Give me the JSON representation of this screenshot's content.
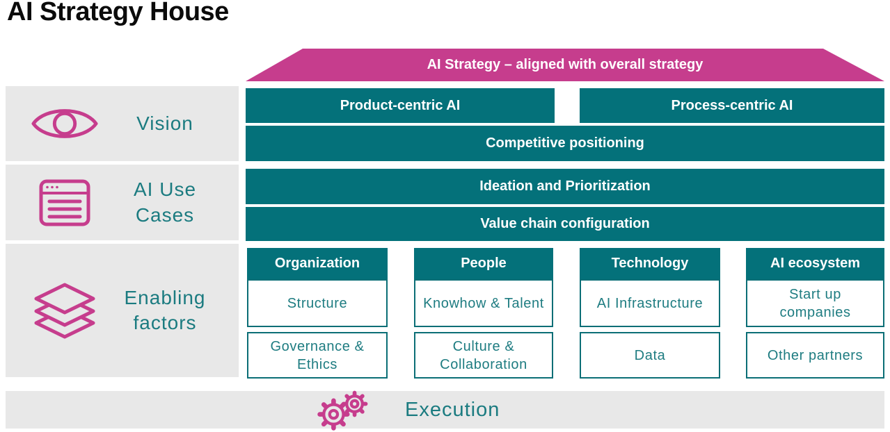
{
  "page": {
    "title": "AI Strategy House"
  },
  "colors": {
    "pink": "#c63d8d",
    "teal": "#04717a",
    "teal_text": "#1b7b80",
    "gray": "#e8e8e8"
  },
  "roof": {
    "label": "AI Strategy – aligned with overall strategy"
  },
  "sidebar": {
    "items": [
      {
        "label": "Vision",
        "icon": "eye-icon"
      },
      {
        "label": "AI Use Cases",
        "icon": "browser-window-icon"
      },
      {
        "label": "Enabling factors",
        "icon": "layers-icon"
      }
    ]
  },
  "strategy_rows": {
    "row1": [
      "Product-centric AI",
      "Process-centric AI"
    ],
    "row2": "Competitive positioning",
    "row3": "Ideation and Prioritization",
    "row4": "Value chain configuration"
  },
  "enabling_columns": [
    {
      "header": "Organization",
      "cells": [
        "Structure",
        "Governance & Ethics"
      ]
    },
    {
      "header": "People",
      "cells": [
        "Knowhow & Talent",
        "Culture & Collaboration"
      ]
    },
    {
      "header": "Technology",
      "cells": [
        "AI Infrastructure",
        "Data"
      ]
    },
    {
      "header": "AI ecosystem",
      "cells": [
        "Start up companies",
        "Other partners"
      ]
    }
  ],
  "footer": {
    "label": "Execution",
    "icon": "gears-icon"
  }
}
